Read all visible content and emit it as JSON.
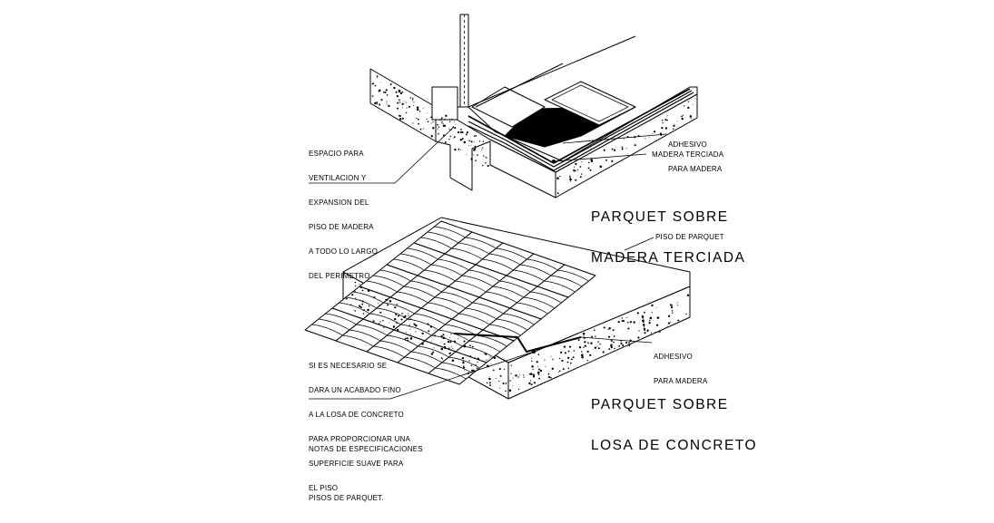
{
  "colors": {
    "ink": "#000000",
    "paper": "#ffffff"
  },
  "top": {
    "title": [
      "PARQUET SOBRE",
      "MADERA TERCIADA"
    ],
    "note_perimeter": [
      "ESPACIO PARA",
      "VENTILACION Y",
      "EXPANSION DEL",
      "PISO DE MADERA",
      "A TODO LO LARGO",
      "DEL PERIMETRO"
    ],
    "label_adhesive": [
      "ADHESIVO",
      "PARA MADERA"
    ],
    "label_plywood": "MADERA TERCIADA"
  },
  "bottom": {
    "title": [
      "PARQUET SOBRE",
      "LOSA DE CONCRETO"
    ],
    "label_parquet": "PISO DE PARQUET",
    "label_adhesive": [
      "ADHESIVO",
      "PARA MADERA"
    ],
    "note_finish": [
      "SI ES NECESARIO SE",
      "DARA UN ACABADO FINO",
      "A LA LOSA DE CONCRETO",
      "PARA PROPORCIONAR UNA",
      "SUPERFICIE SUAVE PARA",
      "EL PISO"
    ]
  },
  "notes": [
    "NOTAS DE ESPECIFICACIONES",
    "PISOS DE PARQUET."
  ]
}
